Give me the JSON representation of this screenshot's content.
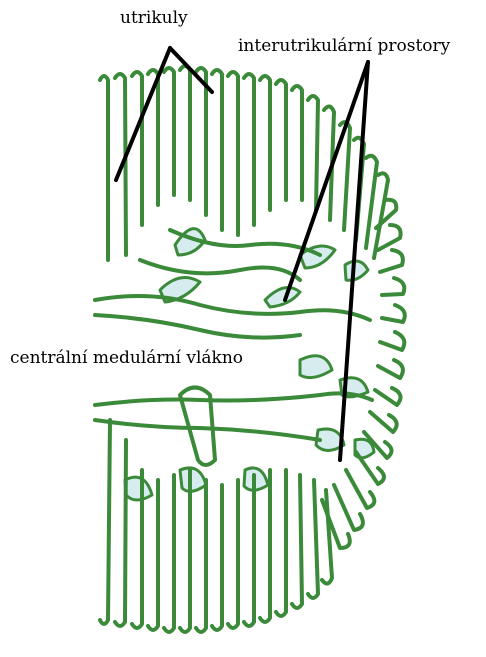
{
  "labels": {
    "utrikuly": "utrikuly",
    "interutricular_spaces": "interutrikulární prostory",
    "central_fiber": "centrální medulární vlákno"
  },
  "colors": {
    "stroke": "#3a8a3a",
    "fill_space": "#d6ecef",
    "line": "#000000",
    "background": "#ffffff"
  }
}
